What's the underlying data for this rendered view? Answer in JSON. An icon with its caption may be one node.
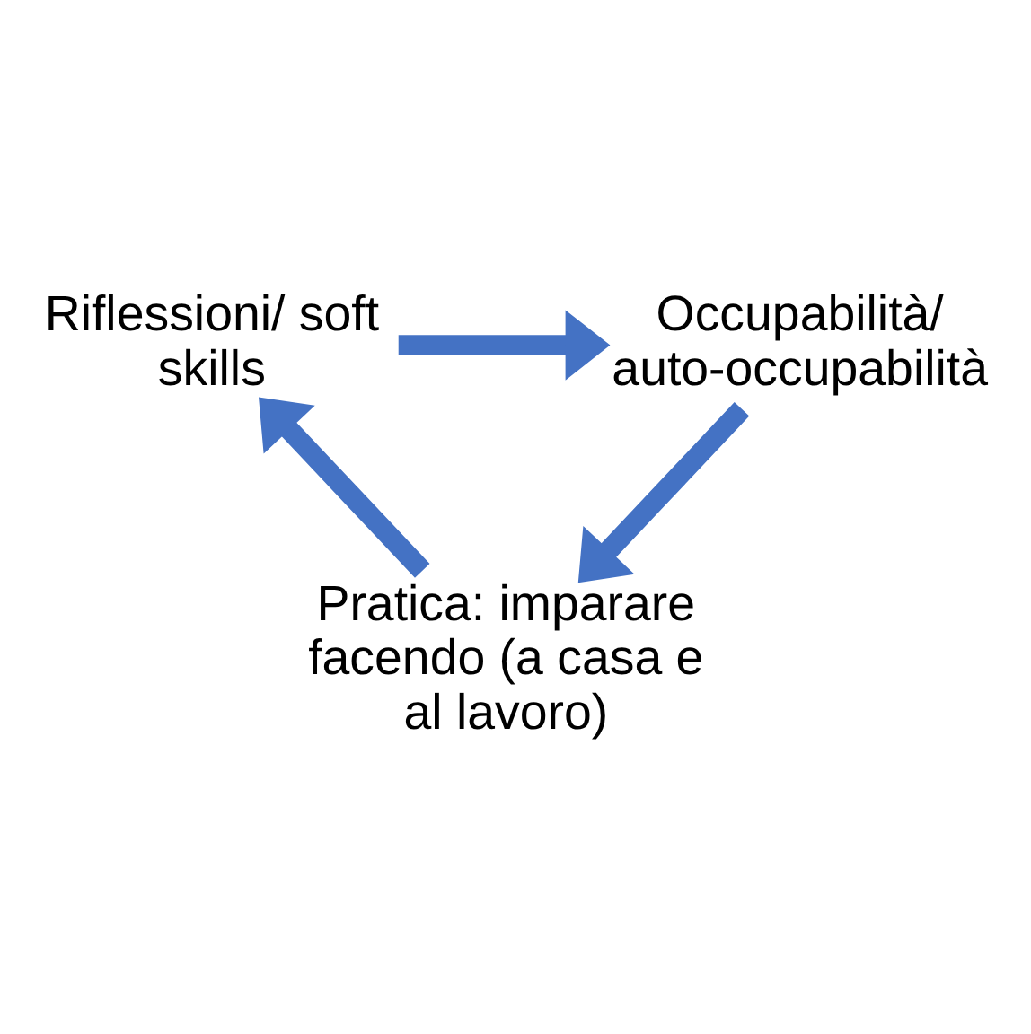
{
  "diagram": {
    "nodes": [
      {
        "text": [
          "Riflessioni/ soft skills"
        ]
      },
      {
        "text": [
          "Occupabilità/ auto-occupabilità"
        ]
      },
      {
        "text": [
          "Pratica: imparare facendo (a casa e al lavoro)"
        ]
      }
    ],
    "edges": [
      {
        "from": 0,
        "to": 1,
        "arrow": "to"
      },
      {
        "from": 1,
        "to": 2,
        "arrow": "to"
      },
      {
        "from": 2,
        "to": 0,
        "arrow": "to"
      }
    ]
  }
}
